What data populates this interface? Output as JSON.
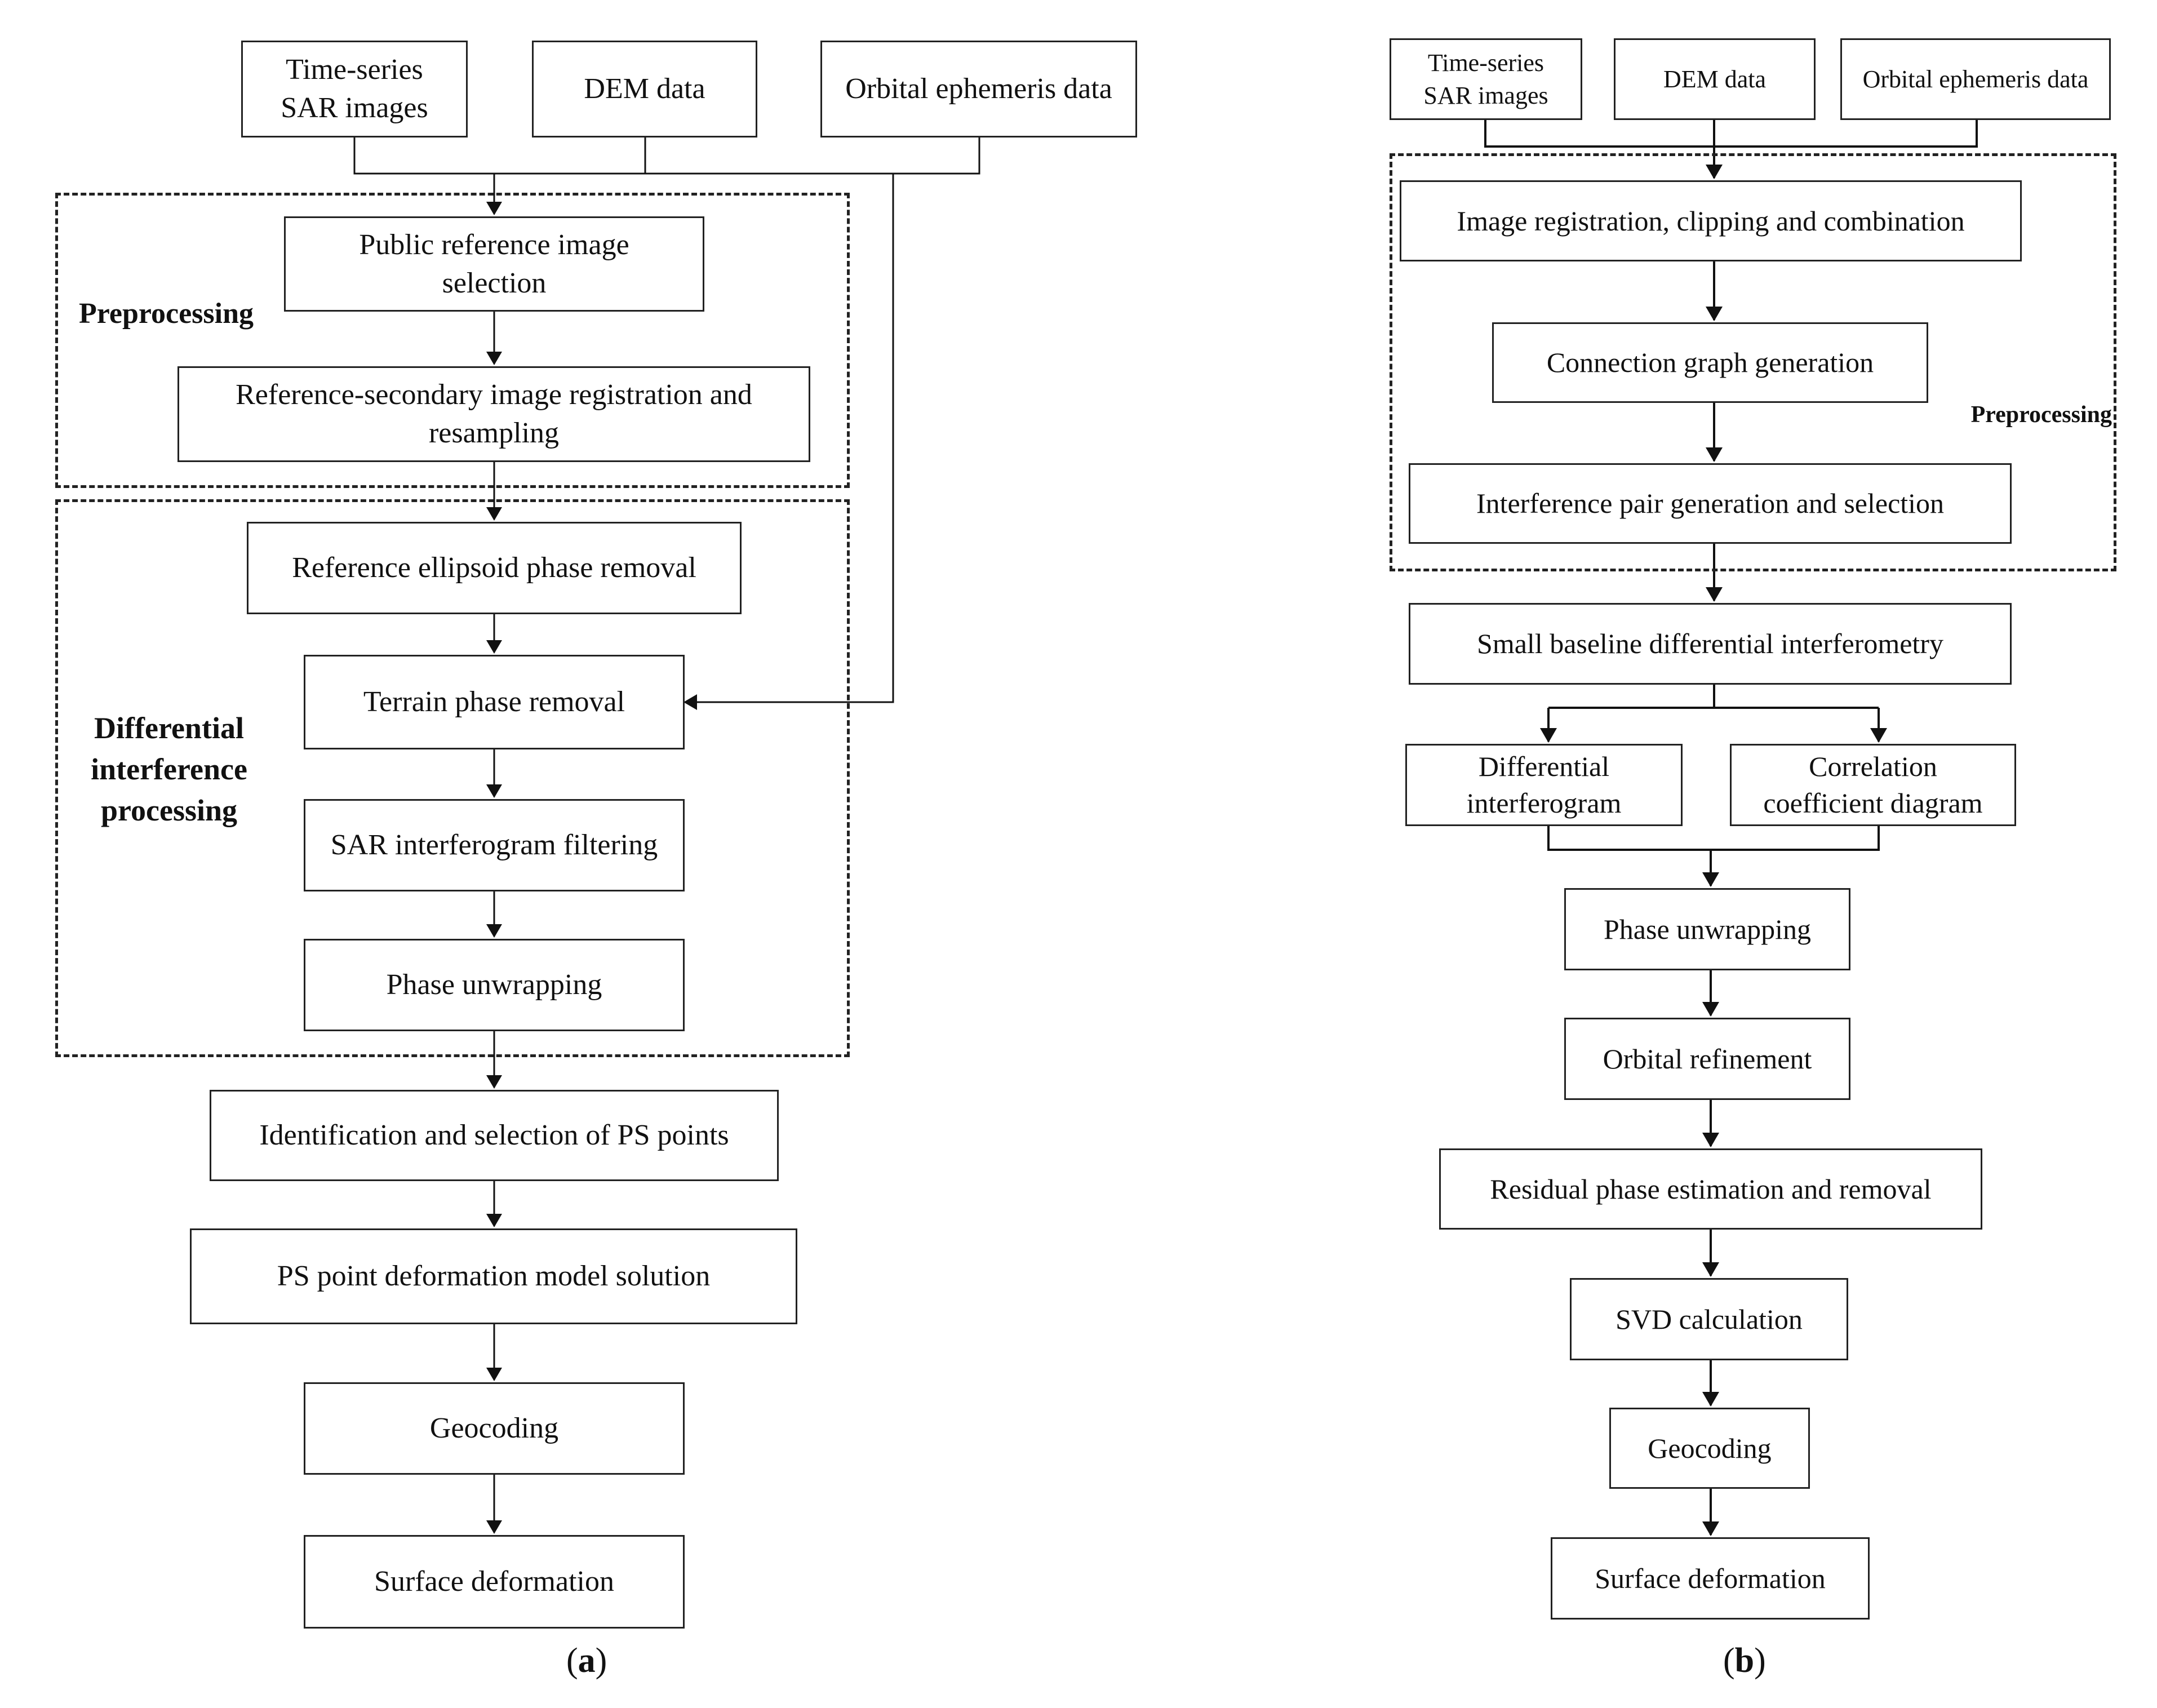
{
  "panel_a": {
    "inputs": [
      "Time-series\nSAR images",
      "DEM data",
      "Orbital ephemeris data"
    ],
    "group_preprocessing": "Preprocessing",
    "group_differential": "Differential\ninterference\nprocessing",
    "steps": {
      "public_ref": "Public reference image\nselection",
      "registration": "Reference-secondary image registration and\nresampling",
      "ellipsoid": "Reference ellipsoid phase removal",
      "terrain": "Terrain phase removal",
      "filtering": "SAR interferogram filtering",
      "unwrap": "Phase unwrapping",
      "ps_identify": "Identification and selection of PS points",
      "ps_model": "PS point deformation model solution",
      "geocoding": "Geocoding",
      "surface": "Surface deformation"
    },
    "caption": "a"
  },
  "panel_b": {
    "inputs": [
      "Time-series\nSAR images",
      "DEM data",
      "Orbital ephemeris data"
    ],
    "group_preprocessing": "Preprocessing",
    "steps": {
      "registration": "Image registration, clipping and combination",
      "graph": "Connection graph generation",
      "pair": "Interference pair generation and selection",
      "sbas": "Small baseline differential interferometry",
      "diff_ifg": "Differential\ninterferogram",
      "corr": "Correlation\ncoefficient diagram",
      "unwrap": "Phase unwrapping",
      "orbital": "Orbital refinement",
      "residual": "Residual phase estimation and removal",
      "svd": "SVD calculation",
      "geocoding": "Geocoding",
      "surface": "Surface deformation"
    },
    "caption": "b"
  }
}
